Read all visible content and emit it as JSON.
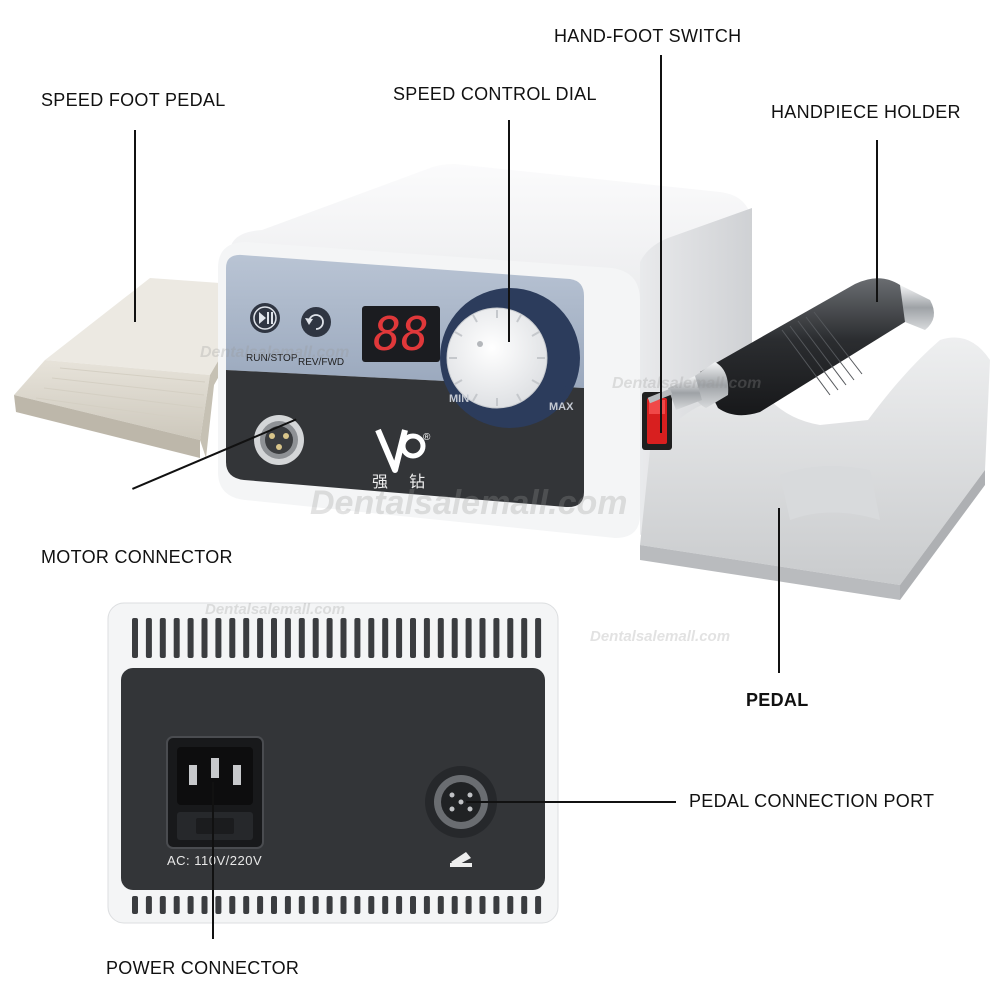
{
  "callouts": {
    "speed_foot_pedal": "SPEED FOOT PEDAL",
    "speed_control_dial": "SPEED CONTROL DIAL",
    "hand_foot_switch": "HAND-FOOT SWITCH",
    "handpiece_holder": "HANDPIECE HOLDER",
    "motor_connector": "MOTOR CONNECTOR",
    "pedal": "PEDAL",
    "pedal_connection_port": "PEDAL CONNECTION PORT",
    "power_connector": "POWER CONNECTOR"
  },
  "front_panel": {
    "display_value": "88",
    "run_stop_label": "RUN/STOP",
    "rev_fwd_label": "REV/FWD",
    "min_label": "MIN",
    "max_label": "MAX",
    "brand_chars": "强 钻",
    "brand_logo": "V",
    "registered": "®"
  },
  "back_panel": {
    "power_rating": "AC: 110V/220V"
  },
  "watermark": "Dentalsalemall.com",
  "icons": [
    "play-pause-icon",
    "reverse-icon",
    "pedal-icon"
  ],
  "colors": {
    "panel_blue": "#a9b6c8",
    "panel_dark": "#333538",
    "case_white": "#f2f3f4",
    "display_red": "#e0383a",
    "switch_red": "#d81f1f",
    "pedal_beige": "#ddd8cd"
  }
}
